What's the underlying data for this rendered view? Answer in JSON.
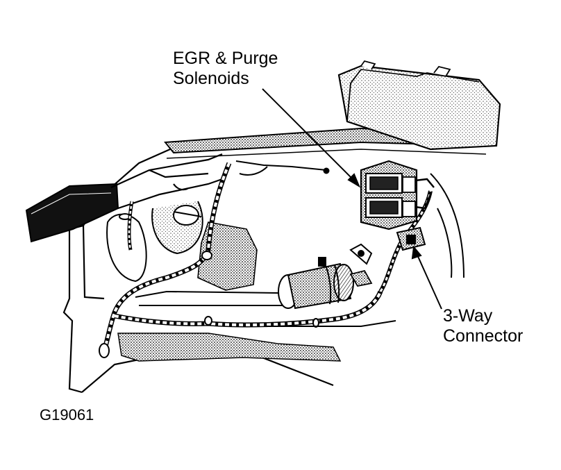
{
  "labels": {
    "solenoids": {
      "line1": "EGR & Purge",
      "line2": "Solenoids"
    },
    "connector": {
      "line1": "3-Way",
      "line2": "Connector"
    }
  },
  "figure_id": "G19061",
  "colors": {
    "ink": "#000000",
    "paper": "#ffffff",
    "shade": "#8a8a8a",
    "dark": "#1a1a1a"
  }
}
